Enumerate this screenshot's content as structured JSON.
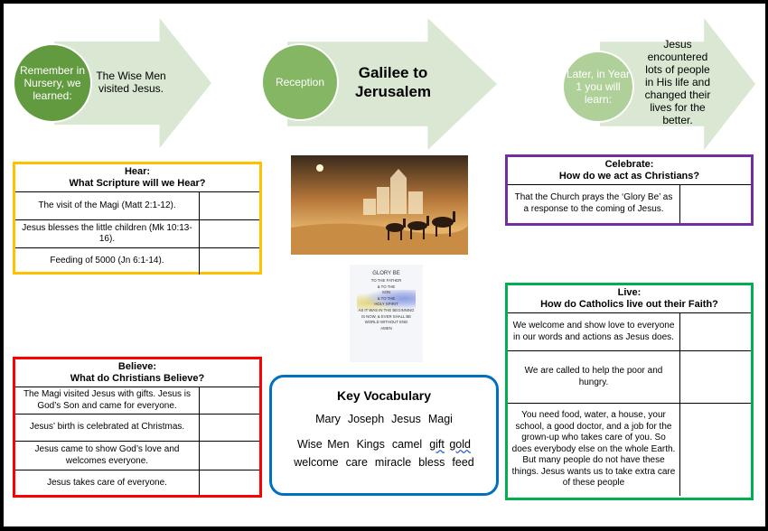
{
  "flow": {
    "nursery": {
      "circle": "Remember in Nursery, we learned:",
      "text": "The Wise Men visited Jesus."
    },
    "reception": {
      "circle": "Reception",
      "title": "Galilee to Jerusalem"
    },
    "year1": {
      "circle": "Later, in Year 1 you will learn:",
      "text": "Jesus encountered lots of people in His life and changed their lives for the better."
    }
  },
  "hear": {
    "title": "Hear:",
    "subtitle": "What Scripture will we Hear?",
    "rows": [
      "The visit of the Magi (Matt 2:1-12).",
      "Jesus blesses the little children (Mk 10:13-16).",
      "Feeding of 5000 (Jn 6:1-14)."
    ]
  },
  "believe": {
    "title": "Believe:",
    "subtitle": "What do Christians Believe?",
    "rows": [
      "The Magi visited Jesus with gifts. Jesus is God’s Son and came for everyone.",
      "Jesus’ birth is celebrated at Christmas.",
      "Jesus came to show God’s love and welcomes everyone.",
      "Jesus takes care of everyone."
    ]
  },
  "celebrate": {
    "title": "Celebrate:",
    "subtitle": "How do we act as Christians?",
    "rows": [
      "That the Church prays the ‘Glory Be’ as a response to the coming of Jesus."
    ]
  },
  "live": {
    "title": "Live:",
    "subtitle": "How do Catholics live out their Faith?",
    "rows": [
      "We welcome and show love to everyone in our words and actions as Jesus does.",
      "We are called to help the poor and hungry.",
      "You need food, water, a house, your school, a good doctor, and a job for the grown-up who takes care of you. So does everybody else on the whole Earth. But many people do not have these things. Jesus wants us to take extra care of these people"
    ]
  },
  "prayer_card": {
    "lines": [
      "GLORY BE",
      "TO THE FATHER",
      "& TO THE",
      "SON",
      "& TO THE",
      "HOLY SPIRIT",
      "AS IT WAS IN THE BEGINNING",
      "IS NOW, & EVER SHALL BE",
      "WORLD WITHOUT END",
      "AMEN"
    ]
  },
  "vocab": {
    "title": "Key Vocabulary",
    "row1": [
      "Mary",
      "Joseph",
      "Jesus",
      "Magi"
    ],
    "row2": [
      "Wise Men",
      "Kings",
      "camel",
      "gift",
      "gold"
    ],
    "row3": [
      "welcome",
      "care",
      "miracle",
      "bless",
      "feed"
    ]
  },
  "colors": {
    "hear": "#ffc000",
    "believe": "#ff0000",
    "celebrate": "#7030a0",
    "live": "#00b050",
    "vocab": "#0070c0"
  }
}
